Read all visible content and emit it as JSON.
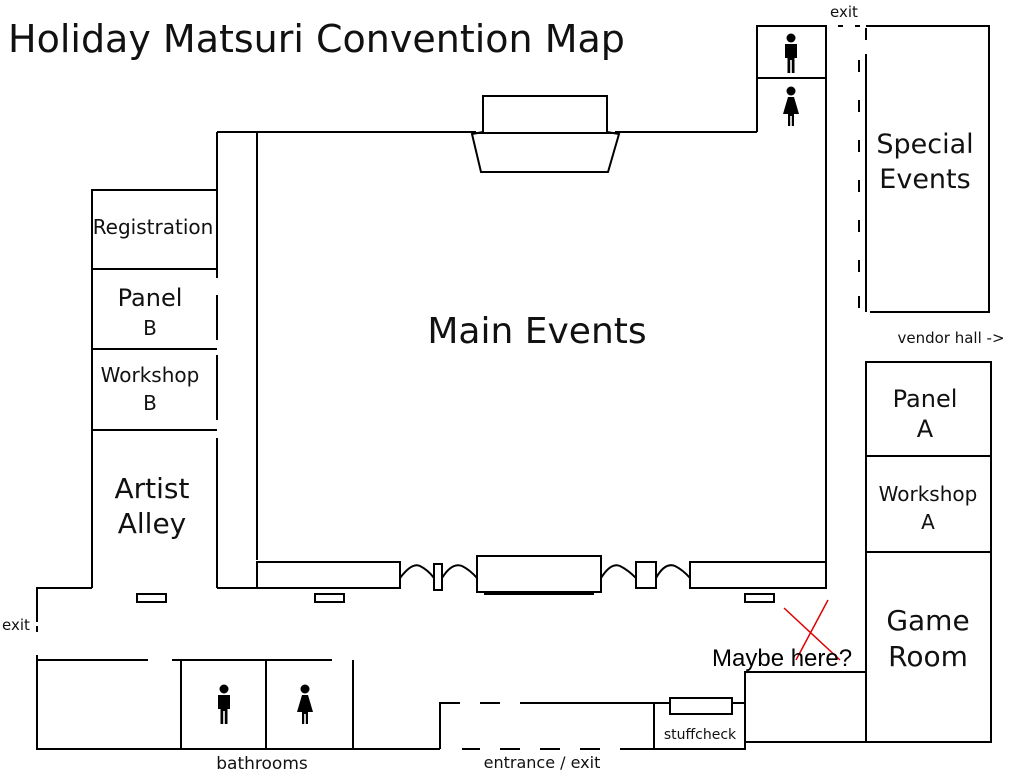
{
  "title": "Holiday Matsuri Convention Map",
  "rooms": {
    "main_events": "Main Events",
    "special_events": [
      "Special",
      "Events"
    ],
    "registration": "Registration",
    "panel_b": [
      "Panel",
      "B"
    ],
    "workshop_b": [
      "Workshop",
      "B"
    ],
    "artist_alley": [
      "Artist",
      "Alley"
    ],
    "panel_a": [
      "Panel",
      "A"
    ],
    "workshop_a": [
      "Workshop",
      "A"
    ],
    "game_room": [
      "Game",
      "Room"
    ],
    "stuffcheck": "stuffcheck",
    "bathrooms": "bathrooms"
  },
  "labels": {
    "exit_top": "exit",
    "exit_left": "exit",
    "vendor_hall": "vendor hall ->",
    "entrance": "entrance / exit",
    "maybe_here": "Maybe here?"
  },
  "icons": {
    "restroom_male": "man-icon",
    "restroom_female": "woman-icon",
    "marker": "red-x-mark"
  },
  "colors": {
    "lines": "#000000",
    "marker": "#e00000",
    "background": "#ffffff"
  }
}
